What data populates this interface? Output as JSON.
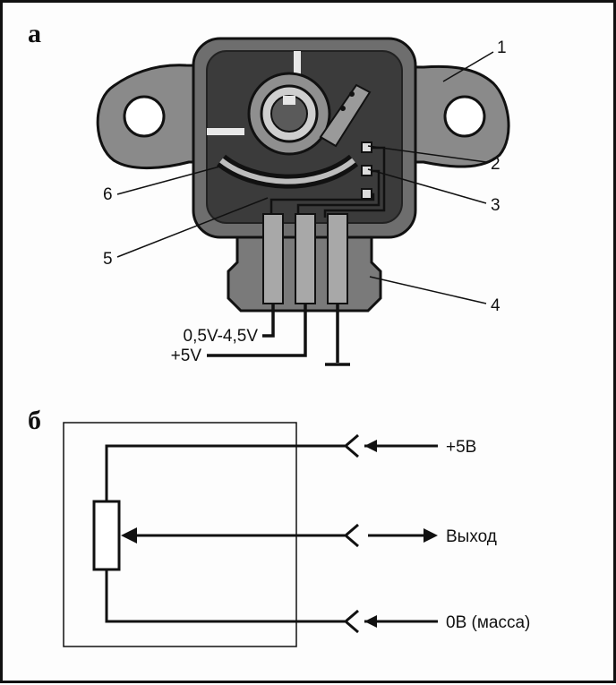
{
  "figure": {
    "panel_a": {
      "letter": "а"
    },
    "panel_b": {
      "letter": "б"
    }
  },
  "callouts": [
    "1",
    "2",
    "3",
    "4",
    "5",
    "6"
  ],
  "wires": {
    "output": "0,5V-4,5V",
    "supply": "+5V"
  },
  "schematic": {
    "supply": "+5В",
    "output": "Выход",
    "ground": "0В (масса)"
  }
}
